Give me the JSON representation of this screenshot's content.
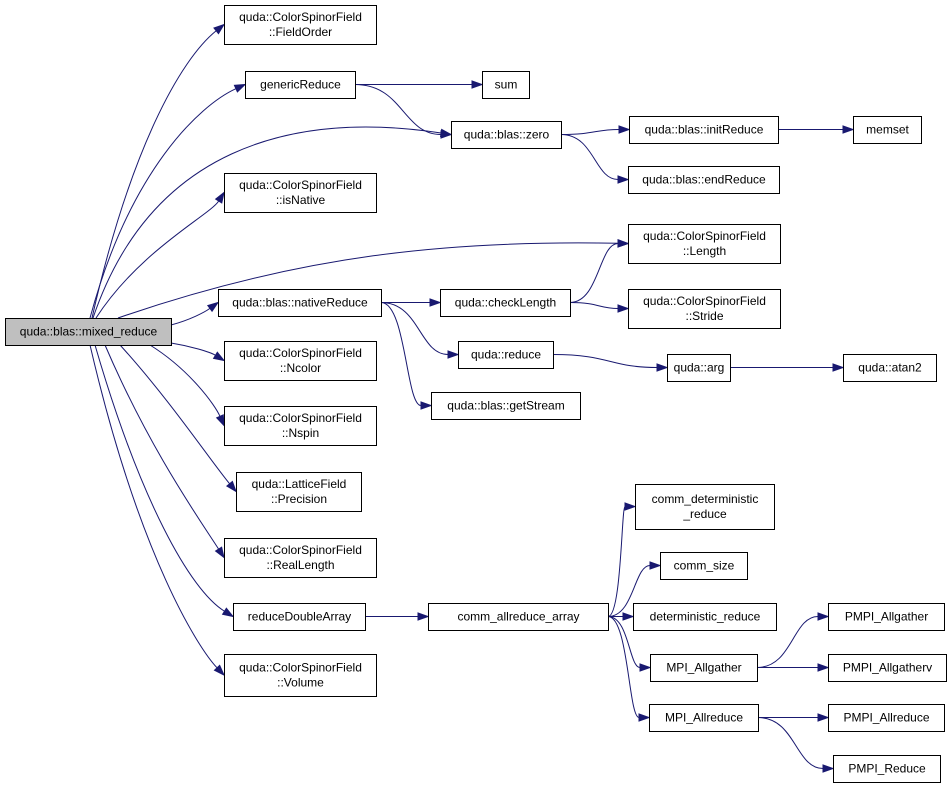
{
  "graph": {
    "edge_color": "#191970",
    "root_fill": "#bfbfbf",
    "node_fill": "#ffffff",
    "nodes": [
      {
        "id": "root",
        "lines": [
          "quda::blas::mixed_reduce"
        ],
        "root": true
      },
      {
        "id": "fieldorder",
        "lines": [
          "quda::ColorSpinorField",
          "::FieldOrder"
        ]
      },
      {
        "id": "genericReduce",
        "lines": [
          "genericReduce"
        ]
      },
      {
        "id": "sum",
        "lines": [
          "sum"
        ]
      },
      {
        "id": "zero",
        "lines": [
          "quda::blas::zero"
        ]
      },
      {
        "id": "initReduce",
        "lines": [
          "quda::blas::initReduce"
        ]
      },
      {
        "id": "memset",
        "lines": [
          "memset"
        ]
      },
      {
        "id": "endReduce",
        "lines": [
          "quda::blas::endReduce"
        ]
      },
      {
        "id": "isNative",
        "lines": [
          "quda::ColorSpinorField",
          "::isNative"
        ]
      },
      {
        "id": "length",
        "lines": [
          "quda::ColorSpinorField",
          "::Length"
        ]
      },
      {
        "id": "nativeReduce",
        "lines": [
          "quda::blas::nativeReduce"
        ]
      },
      {
        "id": "checkLength",
        "lines": [
          "quda::checkLength"
        ]
      },
      {
        "id": "stride",
        "lines": [
          "quda::ColorSpinorField",
          "::Stride"
        ]
      },
      {
        "id": "reduce",
        "lines": [
          "quda::reduce"
        ]
      },
      {
        "id": "arg",
        "lines": [
          "quda::arg"
        ]
      },
      {
        "id": "atan2",
        "lines": [
          "quda::atan2"
        ]
      },
      {
        "id": "getStream",
        "lines": [
          "quda::blas::getStream"
        ]
      },
      {
        "id": "ncolor",
        "lines": [
          "quda::ColorSpinorField",
          "::Ncolor"
        ]
      },
      {
        "id": "nspin",
        "lines": [
          "quda::ColorSpinorField",
          "::Nspin"
        ]
      },
      {
        "id": "precision",
        "lines": [
          "quda::LatticeField",
          "::Precision"
        ]
      },
      {
        "id": "realLength",
        "lines": [
          "quda::ColorSpinorField",
          "::RealLength"
        ]
      },
      {
        "id": "reduceDoubleArray",
        "lines": [
          "reduceDoubleArray"
        ]
      },
      {
        "id": "commAllreduceArray",
        "lines": [
          "comm_allreduce_array"
        ]
      },
      {
        "id": "commDetReduce",
        "lines": [
          "comm_deterministic",
          "_reduce"
        ]
      },
      {
        "id": "commSize",
        "lines": [
          "comm_size"
        ]
      },
      {
        "id": "detReduce",
        "lines": [
          "deterministic_reduce"
        ]
      },
      {
        "id": "mpiAllgather",
        "lines": [
          "MPI_Allgather"
        ]
      },
      {
        "id": "pmpiAllgather",
        "lines": [
          "PMPI_Allgather"
        ]
      },
      {
        "id": "pmpiAllgatherv",
        "lines": [
          "PMPI_Allgatherv"
        ]
      },
      {
        "id": "mpiAllreduce",
        "lines": [
          "MPI_Allreduce"
        ]
      },
      {
        "id": "pmpiAllreduce",
        "lines": [
          "PMPI_Allreduce"
        ]
      },
      {
        "id": "pmpiReduce",
        "lines": [
          "PMPI_Reduce"
        ]
      },
      {
        "id": "volume",
        "lines": [
          "quda::ColorSpinorField",
          "::Volume"
        ]
      }
    ],
    "edges": [
      [
        "root",
        "fieldorder"
      ],
      [
        "root",
        "genericReduce"
      ],
      [
        "root",
        "zero"
      ],
      [
        "root",
        "isNative"
      ],
      [
        "root",
        "length"
      ],
      [
        "root",
        "nativeReduce"
      ],
      [
        "root",
        "ncolor"
      ],
      [
        "root",
        "nspin"
      ],
      [
        "root",
        "precision"
      ],
      [
        "root",
        "realLength"
      ],
      [
        "root",
        "reduceDoubleArray"
      ],
      [
        "root",
        "volume"
      ],
      [
        "genericReduce",
        "sum"
      ],
      [
        "genericReduce",
        "zero"
      ],
      [
        "zero",
        "initReduce"
      ],
      [
        "zero",
        "endReduce"
      ],
      [
        "initReduce",
        "memset"
      ],
      [
        "nativeReduce",
        "checkLength"
      ],
      [
        "nativeReduce",
        "reduce"
      ],
      [
        "nativeReduce",
        "getStream"
      ],
      [
        "checkLength",
        "length"
      ],
      [
        "checkLength",
        "stride"
      ],
      [
        "reduce",
        "arg"
      ],
      [
        "arg",
        "atan2"
      ],
      [
        "reduceDoubleArray",
        "commAllreduceArray"
      ],
      [
        "commAllreduceArray",
        "commDetReduce"
      ],
      [
        "commAllreduceArray",
        "commSize"
      ],
      [
        "commAllreduceArray",
        "detReduce"
      ],
      [
        "commAllreduceArray",
        "mpiAllgather"
      ],
      [
        "commAllreduceArray",
        "mpiAllreduce"
      ],
      [
        "mpiAllgather",
        "pmpiAllgather"
      ],
      [
        "mpiAllgather",
        "pmpiAllgatherv"
      ],
      [
        "mpiAllreduce",
        "pmpiAllreduce"
      ],
      [
        "mpiAllreduce",
        "pmpiReduce"
      ]
    ]
  }
}
